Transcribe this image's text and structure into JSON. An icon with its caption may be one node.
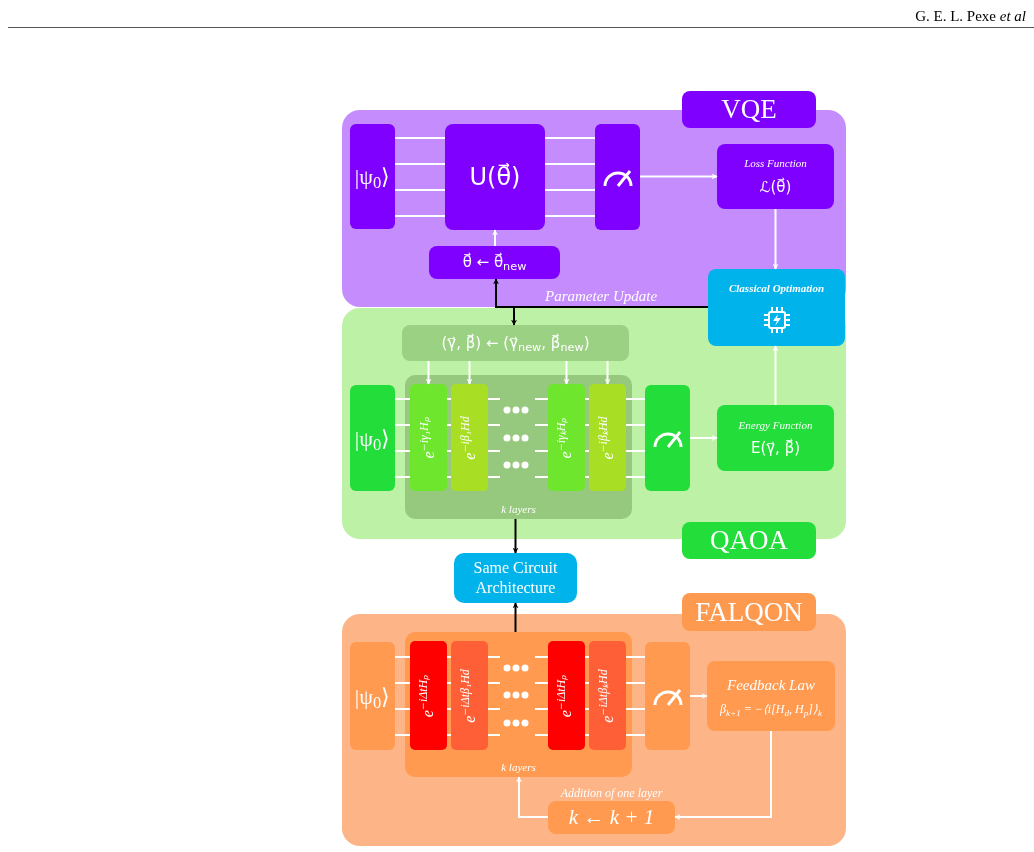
{
  "diagram": {
    "nodes": [
      {
        "text": [],
        "shape": "box"
      },
      {
        "text": [
          "VQE"
        ]
      },
      {
        "text": [
          "|ψ$_{0}$⟩"
        ],
        "in": 0
      },
      {
        "text": [
          "U(θ⃗)"
        ],
        "in": 0
      },
      {
        "text": [],
        "shape": "box",
        "in": 0
      },
      {
        "text": [
          "Loss Function",
          "ℒ(θ⃗)"
        ],
        "in": 0
      },
      {
        "text": [
          "θ⃗ ← θ⃗$_{new}$"
        ],
        "in": 0
      },
      {
        "text": [
          "Classical Optimation"
        ]
      },
      {
        "text": [],
        "shape": "box"
      },
      {
        "text": [
          "(γ⃗, β⃗) ← (γ⃗$_{new}$, β⃗$_{new}$)"
        ],
        "in": 8
      },
      {
        "text": [
          "k layers"
        ],
        "in": 8
      },
      {
        "text": [
          "e$^{−iγ₁Hₚ}$"
        ],
        "in": 10
      },
      {
        "text": [
          "e$^{−iβ₁Hd}$"
        ],
        "in": 10
      },
      {
        "text": [
          "e$^{−iγₖHₚ}$"
        ],
        "in": 10
      },
      {
        "text": [
          "e$^{−iβₖHd}$"
        ],
        "in": 10
      },
      {
        "text": [
          "|ψ$_{0}$⟩"
        ],
        "in": 8
      },
      {
        "text": [],
        "shape": "box",
        "in": 8
      },
      {
        "text": [
          "Energy Function",
          "E(γ⃗, β⃗)"
        ],
        "in": 8
      },
      {
        "text": [
          "QAOA"
        ]
      },
      {
        "text": [
          "Same Circuit Architecture"
        ]
      },
      {
        "text": [
          "FALQON"
        ]
      },
      {
        "text": [],
        "shape": "box"
      },
      {
        "text": [
          "k layers"
        ],
        "in": 21
      },
      {
        "text": [
          "e$^{−iΔtHₚ}$"
        ],
        "in": 22
      },
      {
        "text": [
          "e$^{−iΔtβ₁Hd}$"
        ],
        "in": 22
      },
      {
        "text": [
          "e$^{−iΔtHₚ}$"
        ],
        "in": 22
      },
      {
        "text": [
          "e$^{−iΔtβₖHd}$"
        ],
        "in": 22
      },
      {
        "text": [
          "|ψ$_{0}$⟩"
        ],
        "in": 21
      },
      {
        "text": [],
        "shape": "box",
        "in": 21
      },
      {
        "text": [
          "Feedback Law",
          "β$_{k+1}$ = −⟨i[H$_{d}$, H$_{p}$]⟩$_{k}$"
        ],
        "in": 21
      },
      {
        "text": [
          "k ← k + 1"
        ],
        "beside": [
          "Addition of one layer"
        ],
        "in": 21
      }
    ],
    "edges": [
      {
        "from": 6,
        "to": 3,
        "arrow": "to"
      },
      {
        "from": 4,
        "to": 5,
        "arrow": "to"
      },
      {
        "from": 5,
        "to": 7,
        "arrow": "to"
      },
      {
        "from": 7,
        "to": 6,
        "arrow": "to",
        "label": "Parameter Update",
        "color": "#000000"
      },
      {
        "from": 7,
        "to": 9,
        "arrow": "to",
        "color": "#000000"
      },
      {
        "from": 9,
        "to": 11,
        "arrow": "to"
      },
      {
        "from": 9,
        "to": 12,
        "arrow": "to"
      },
      {
        "from": 9,
        "to": 13,
        "arrow": "to"
      },
      {
        "from": 9,
        "to": 14,
        "arrow": "to"
      },
      {
        "from": 16,
        "to": 17,
        "arrow": "to"
      },
      {
        "from": 17,
        "to": 7,
        "arrow": "to"
      },
      {
        "from": 10,
        "to": 19,
        "arrow": "to",
        "color": "#000000"
      },
      {
        "from": 22,
        "to": 19,
        "arrow": "to",
        "color": "#000000"
      },
      {
        "from": 28,
        "to": 29,
        "arrow": "to"
      },
      {
        "from": 29,
        "to": 30,
        "arrow": "to"
      },
      {
        "from": 30,
        "to": 22,
        "arrow": "to"
      },
      {
        "from": 2,
        "to": 3,
        "arrow": "none"
      },
      {
        "from": 2,
        "to": 3,
        "arrow": "none"
      },
      {
        "from": 2,
        "to": 3,
        "arrow": "none"
      },
      {
        "from": 2,
        "to": 3,
        "arrow": "none"
      },
      {
        "from": 3,
        "to": 4,
        "arrow": "none"
      },
      {
        "from": 3,
        "to": 4,
        "arrow": "none"
      },
      {
        "from": 3,
        "to": 4,
        "arrow": "none"
      },
      {
        "from": 3,
        "to": 4,
        "arrow": "none"
      },
      {
        "from": 15,
        "to": 11,
        "arrow": "none"
      },
      {
        "from": 15,
        "to": 11,
        "arrow": "none"
      },
      {
        "from": 15,
        "to": 11,
        "arrow": "none"
      },
      {
        "from": 15,
        "to": 11,
        "arrow": "none"
      },
      {
        "from": 11,
        "to": 12,
        "arrow": "none"
      },
      {
        "from": 11,
        "to": 12,
        "arrow": "none"
      },
      {
        "from": 11,
        "to": 12,
        "arrow": "none"
      },
      {
        "from": 11,
        "to": 12,
        "arrow": "none"
      },
      {
        "from": 12,
        "to": null,
        "arrow": "none"
      },
      {
        "from": 12,
        "to": null,
        "arrow": "none"
      },
      {
        "from": 12,
        "to": null,
        "arrow": "none"
      },
      {
        "from": 12,
        "to": null,
        "arrow": "none"
      },
      {
        "from": null,
        "to": 13,
        "arrow": "none"
      },
      {
        "from": null,
        "to": 13,
        "arrow": "none"
      },
      {
        "from": null,
        "to": 13,
        "arrow": "none"
      },
      {
        "from": null,
        "to": 13,
        "arrow": "none"
      },
      {
        "from": 13,
        "to": 14,
        "arrow": "none"
      },
      {
        "from": 13,
        "to": 14,
        "arrow": "none"
      },
      {
        "from": 13,
        "to": 14,
        "arrow": "none"
      },
      {
        "from": 13,
        "to": 14,
        "arrow": "none"
      },
      {
        "from": 14,
        "to": 16,
        "arrow": "none"
      },
      {
        "from": 14,
        "to": 16,
        "arrow": "none"
      },
      {
        "from": 14,
        "to": 16,
        "arrow": "none"
      },
      {
        "from": 14,
        "to": 16,
        "arrow": "none"
      },
      {
        "from": 27,
        "to": 23,
        "arrow": "none"
      },
      {
        "from": 27,
        "to": 23,
        "arrow": "none"
      },
      {
        "from": 27,
        "to": 23,
        "arrow": "none"
      },
      {
        "from": 27,
        "to": 23,
        "arrow": "none"
      },
      {
        "from": 23,
        "to": 24,
        "arrow": "none"
      },
      {
        "from": 23,
        "to": 24,
        "arrow": "none"
      },
      {
        "from": 23,
        "to": 24,
        "arrow": "none"
      },
      {
        "from": 23,
        "to": 24,
        "arrow": "none"
      },
      {
        "from": 24,
        "to": null,
        "arrow": "none"
      },
      {
        "from": 24,
        "to": null,
        "arrow": "none"
      },
      {
        "from": 24,
        "to": null,
        "arrow": "none"
      },
      {
        "from": 24,
        "to": null,
        "arrow": "none"
      },
      {
        "from": null,
        "to": 25,
        "arrow": "none"
      },
      {
        "from": null,
        "to": 25,
        "arrow": "none"
      },
      {
        "from": null,
        "to": 25,
        "arrow": "none"
      },
      {
        "from": null,
        "to": 25,
        "arrow": "none"
      },
      {
        "from": 25,
        "to": 26,
        "arrow": "none"
      },
      {
        "from": 25,
        "to": 26,
        "arrow": "none"
      },
      {
        "from": 25,
        "to": 26,
        "arrow": "none"
      },
      {
        "from": 25,
        "to": 26,
        "arrow": "none"
      },
      {
        "from": 26,
        "to": 28,
        "arrow": "none"
      },
      {
        "from": 26,
        "to": 28,
        "arrow": "none"
      },
      {
        "from": 26,
        "to": 28,
        "arrow": "none"
      },
      {
        "from": 26,
        "to": 28,
        "arrow": "none"
      }
    ],
    "labels": [
      "G. E. L. Pexe *et al*"
    ]
  }
}
